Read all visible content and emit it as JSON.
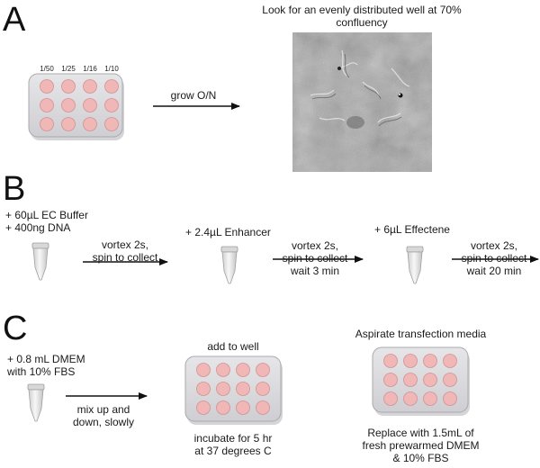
{
  "panels": {
    "A": {
      "letter": "A",
      "concentrations": [
        "1/50",
        "1/25",
        "1/16",
        "1/10"
      ],
      "arrow_label": "grow O/N",
      "photo_caption": "Look for an evenly distributed well at 70% confluency"
    },
    "B": {
      "letter": "B",
      "steps": [
        {
          "add": "+ 60µL EC Buffer\n+ 400ng DNA",
          "arrow_label": "vortex 2s,\nspin to collect"
        },
        {
          "add": "+ 2.4µL Enhancer",
          "arrow_label": "vortex 2s,\nspin to collect\nwait 3 min"
        },
        {
          "add": "+ 6µL Effectene",
          "arrow_label": "vortex 2s,\nspin to collect\nwait 20 min"
        }
      ]
    },
    "C": {
      "letter": "C",
      "add": "+ 0.8 mL DMEM\nwith 10% FBS",
      "arrow_label": "mix up and\ndown, slowly",
      "plate1_top": "add to well",
      "plate1_bottom": "incubate for 5 hr\nat 37 degrees C",
      "plate2_top": "Aspirate transfection media",
      "plate2_bottom": "Replace with 1.5mL of\nfresh prewarmed DMEM\n& 10% FBS"
    }
  },
  "colors": {
    "plate_fill": "#d9d9dc",
    "plate_stroke": "#a8a8ae",
    "well_fill": "#f1b6b6",
    "well_stroke": "#cf9393",
    "tube_fill": "#ececec",
    "arrow": "#111111"
  }
}
